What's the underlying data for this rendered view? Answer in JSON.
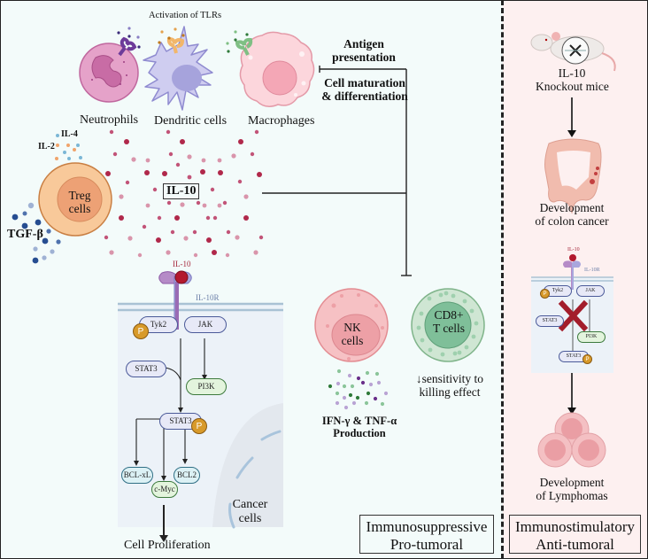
{
  "top_cells": {
    "tlr_label": "Activation of TLRs",
    "neutrophils": "Neutrophils",
    "dendritic_cells": "Dendritic cells",
    "macrophages": "Macrophages"
  },
  "effects": {
    "antigen_line1": "Antigen",
    "antigen_line2": "presentation",
    "maturation_line1": "Cell maturation",
    "maturation_line2": "& differentiation"
  },
  "treg": {
    "il4": "IL-4",
    "il2": "IL-2",
    "cell_line1": "Treg",
    "cell_line2": "cells",
    "tgf": "TGF-β"
  },
  "il10_box": "IL-10",
  "signaling": {
    "ligand": "IL-10",
    "receptor": "IL-10R",
    "tyk2": "Tyk2",
    "jak": "JAK",
    "stat3_a": "STAT3",
    "pi3k": "PI3K",
    "stat3_b": "STAT3",
    "phospho": "P",
    "bclxl": "BCL-xL",
    "bcl2": "BCL2",
    "cmyc": "c-Myc",
    "proliferation": "Cell Proliferation",
    "cancer_line1": "Cancer",
    "cancer_line2": "cells"
  },
  "immune": {
    "nk_line1": "NK",
    "nk_line2": "cells",
    "cd8_line1": "CD8+",
    "cd8_line2": "T cells",
    "ifn_line1": "IFN-γ & TNF-α",
    "ifn_line2": "Production",
    "sens_line1": "↓sensitivity to",
    "sens_line2": "killing effect"
  },
  "left_footer": {
    "line1": "Immunosuppressive",
    "line2": "Pro-tumoral"
  },
  "right": {
    "mouse_line1": "IL-10",
    "mouse_line2": "Knockout mice",
    "colon_line1": "Development",
    "colon_line2": "of colon cancer",
    "mini_ligand": "IL-10",
    "mini_receptor": "IL-10R",
    "mini_tyk2": "Tyk2",
    "mini_jak": "JAK",
    "mini_stat3_a": "STAT3",
    "mini_pi3k": "PI3K",
    "mini_stat3_b": "STAT3",
    "lymph_line1": "Development",
    "lymph_line2": "of Lymphomas"
  },
  "right_footer": {
    "line1": "Immunostimulatory",
    "line2": "Anti-tumoral"
  },
  "colors": {
    "left_bg": "#f3fbfa",
    "right_bg": "#fdf0f0",
    "il10_dot": "#b0284a",
    "inhibit_x": "#a31d2b"
  }
}
